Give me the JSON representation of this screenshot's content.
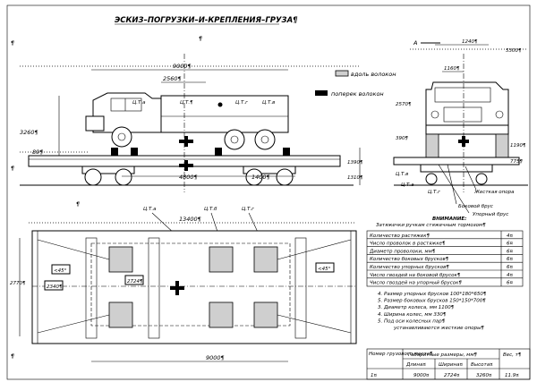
{
  "title": "ЭСКИЗ–ПОГРУЗКИ–И-КРЕПЛЕНИЯ–ГРУЗА¶",
  "pilcrow": "¶",
  "legend": {
    "along": "вдоль волокон",
    "across": "поперек волокон"
  },
  "dims": {
    "d9000_top": "9000¶",
    "d2560": "2560¶",
    "d3260": "3260¶",
    "d89": "89¶",
    "d4800": "4800¶",
    "d1400": "1400¶",
    "d1390": "1390¶",
    "d1310": "1310¶",
    "d13400": "13400¶",
    "d2770": "2770¶",
    "d2340": "2340¶",
    "d2724": "2724¶",
    "d9000_bot": "9000¶",
    "d1240": "1240¶",
    "d5300": "5300¶",
    "d1160": "1160¶",
    "d2570": "2570¶",
    "d390": "390¶",
    "d1190": "1190¶",
    "d775": "775¶",
    "a45_left": "<45°",
    "a45_right": "<45°",
    "viewA": "А"
  },
  "cg": {
    "truck": "Ц.Т.а",
    "cargo": "Ц.Т.¶",
    "cargo_g": "Ц.Т.г",
    "cargo_v": "Ц.Т.в",
    "platform_a": "Ц.Т.а",
    "platform_b": "Ц.Т.б",
    "platform_g": "Ц.Т.г",
    "side_v": "Ц.Т.в",
    "side_a": "Ц.Т.а",
    "side_g": "Ц.Т.г"
  },
  "notes": {
    "rigid_stop": "Жесткая опора",
    "side_bar": "Боковой брус",
    "stop_bar": "Упорный брус",
    "attention": "ВНИМАНИЕ:",
    "caption": "Затяжечки ручкам стяжечным тормозом¶"
  },
  "table": {
    "rows": [
      {
        "label": "Количество растяжек¶",
        "value": "4¤"
      },
      {
        "label": "Число проволок в растяжке¶",
        "value": "6¤"
      },
      {
        "label": "Диаметр проволоки, мм¶",
        "value": "6¤"
      },
      {
        "label": "Количество боковых брусков¶",
        "value": "6¤"
      },
      {
        "label": "Количество упорных брусков¶",
        "value": "6¤"
      },
      {
        "label": "Число гвоздей на боковой брусок¶",
        "value": "4¤"
      },
      {
        "label": "Число гвоздей на упорный брусок¶",
        "value": "6¤"
      }
    ],
    "notes": [
      "4. Размер упорных брусков 100*180*650¶",
      "5. Размер боковых брусков 150*150*700¶",
      "3. Диаметр колеса, мм      1100¶",
      "4. Ширина колес, мм          330¶",
      "5. Под оси колесных пар¶",
      "устанавливаются жесткие опоры¶"
    ]
  },
  "titleblock": {
    "h_mark": "Номер грузового места¶",
    "h_dims": "Габаритные размеры, мм¶",
    "h_length": "Длина¤",
    "h_width": "Ширина¤",
    "h_height": "Высота¤",
    "h_weight": "Вес, т¶",
    "v_mark": "1¤",
    "v_length": "9000¤",
    "v_width": "2724¤",
    "v_height": "3260¤",
    "v_weight": "11.9¤"
  }
}
